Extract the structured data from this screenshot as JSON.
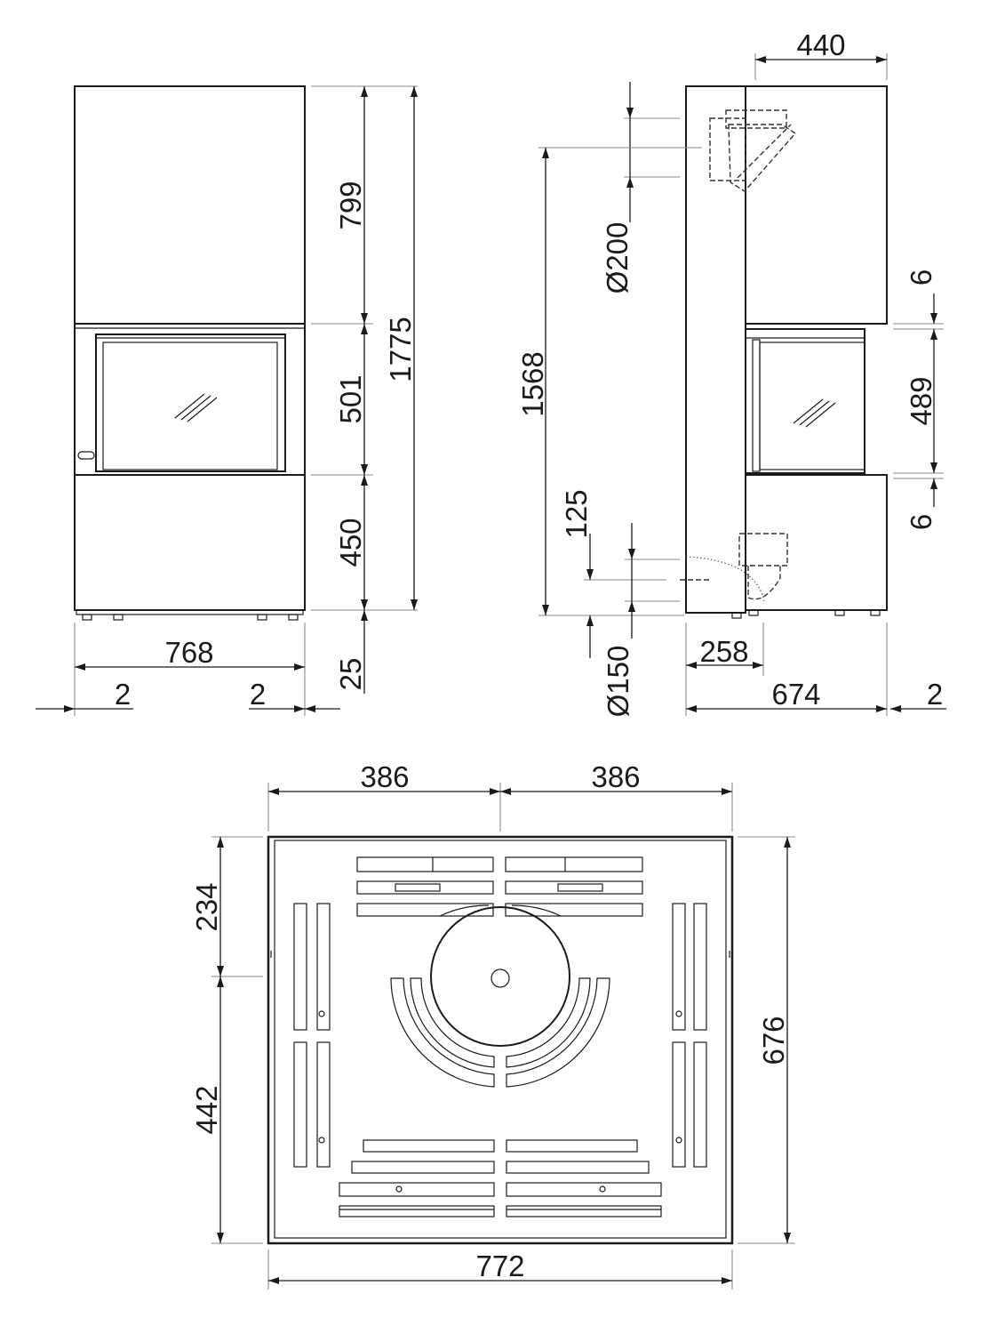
{
  "front_view": {
    "total_width": "768",
    "left_offset": "2",
    "right_offset": "2",
    "top_section": "799",
    "fire_section": "501",
    "base_section": "450",
    "feet": "25",
    "total_height": "1775"
  },
  "side_view": {
    "depth": "440",
    "flue_top_diameter": "Ø200",
    "flue_top_height": "1568",
    "gap_top": "6",
    "glass_height": "489",
    "gap_bottom": "6",
    "flue_rear_offset": "125",
    "flue_rear_diameter": "Ø150",
    "rear_flue_center": "258",
    "total_depth": "674",
    "back_offset": "2"
  },
  "top_view": {
    "half_width_left": "386",
    "half_width_right": "386",
    "total_width": "772",
    "front_depth": "234",
    "rear_depth": "442",
    "total_depth": "676"
  }
}
